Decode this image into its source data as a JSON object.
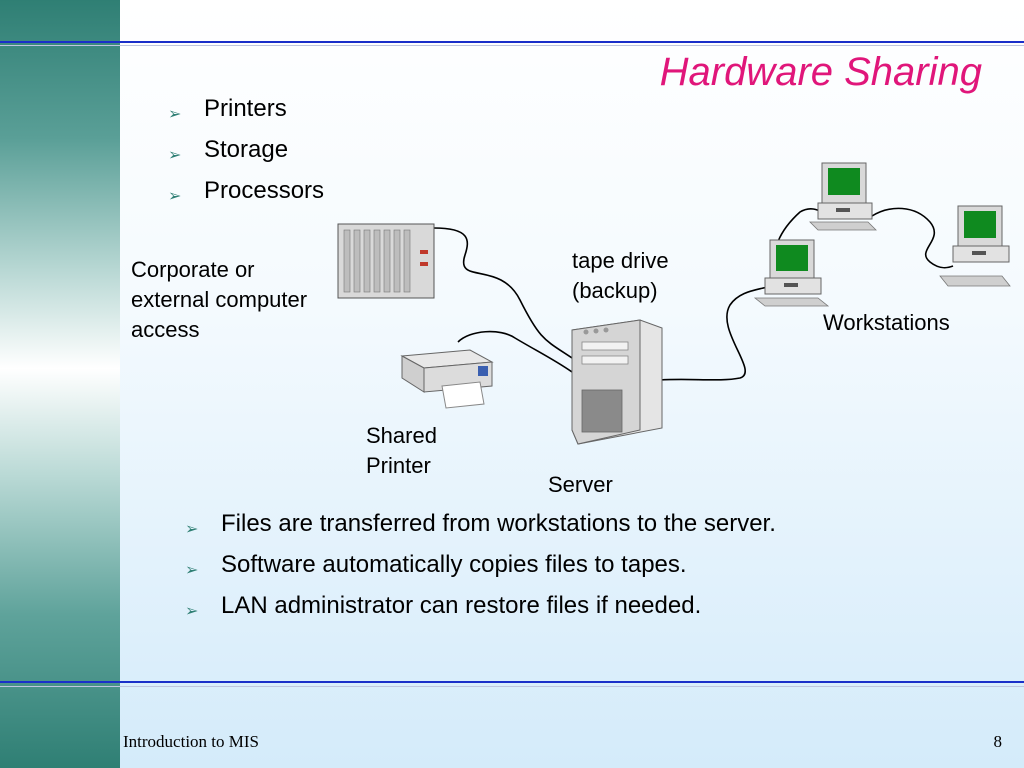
{
  "slide": {
    "title": "Hardware Sharing",
    "top_bullets": [
      "Printers",
      "Storage",
      "Processors"
    ],
    "bottom_bullets": [
      "Files are transferred from workstations to the server.",
      "Software automatically copies files to tapes.",
      "LAN administrator can restore files if needed."
    ],
    "labels": {
      "corporate": "Corporate or\nexternal computer\naccess",
      "tape_drive": "tape drive\n(backup)",
      "workstations": "Workstations",
      "shared_printer": "Shared\nPrinter",
      "server": "Server"
    },
    "footer": {
      "left": "Introduction to MIS",
      "page_number": "8"
    }
  },
  "colors": {
    "title": "#e0167a",
    "rule": "#1a2fc9",
    "band": "#2f7f74",
    "bullet_arrow": "#2f7f74",
    "screen": "#0f8a1f"
  },
  "icons": {
    "bullet": "arrowhead-bullet-icon",
    "mainframe": "mainframe-computer-icon",
    "printer": "printer-icon",
    "server": "server-tower-icon",
    "workstation": "desktop-computer-icon"
  }
}
